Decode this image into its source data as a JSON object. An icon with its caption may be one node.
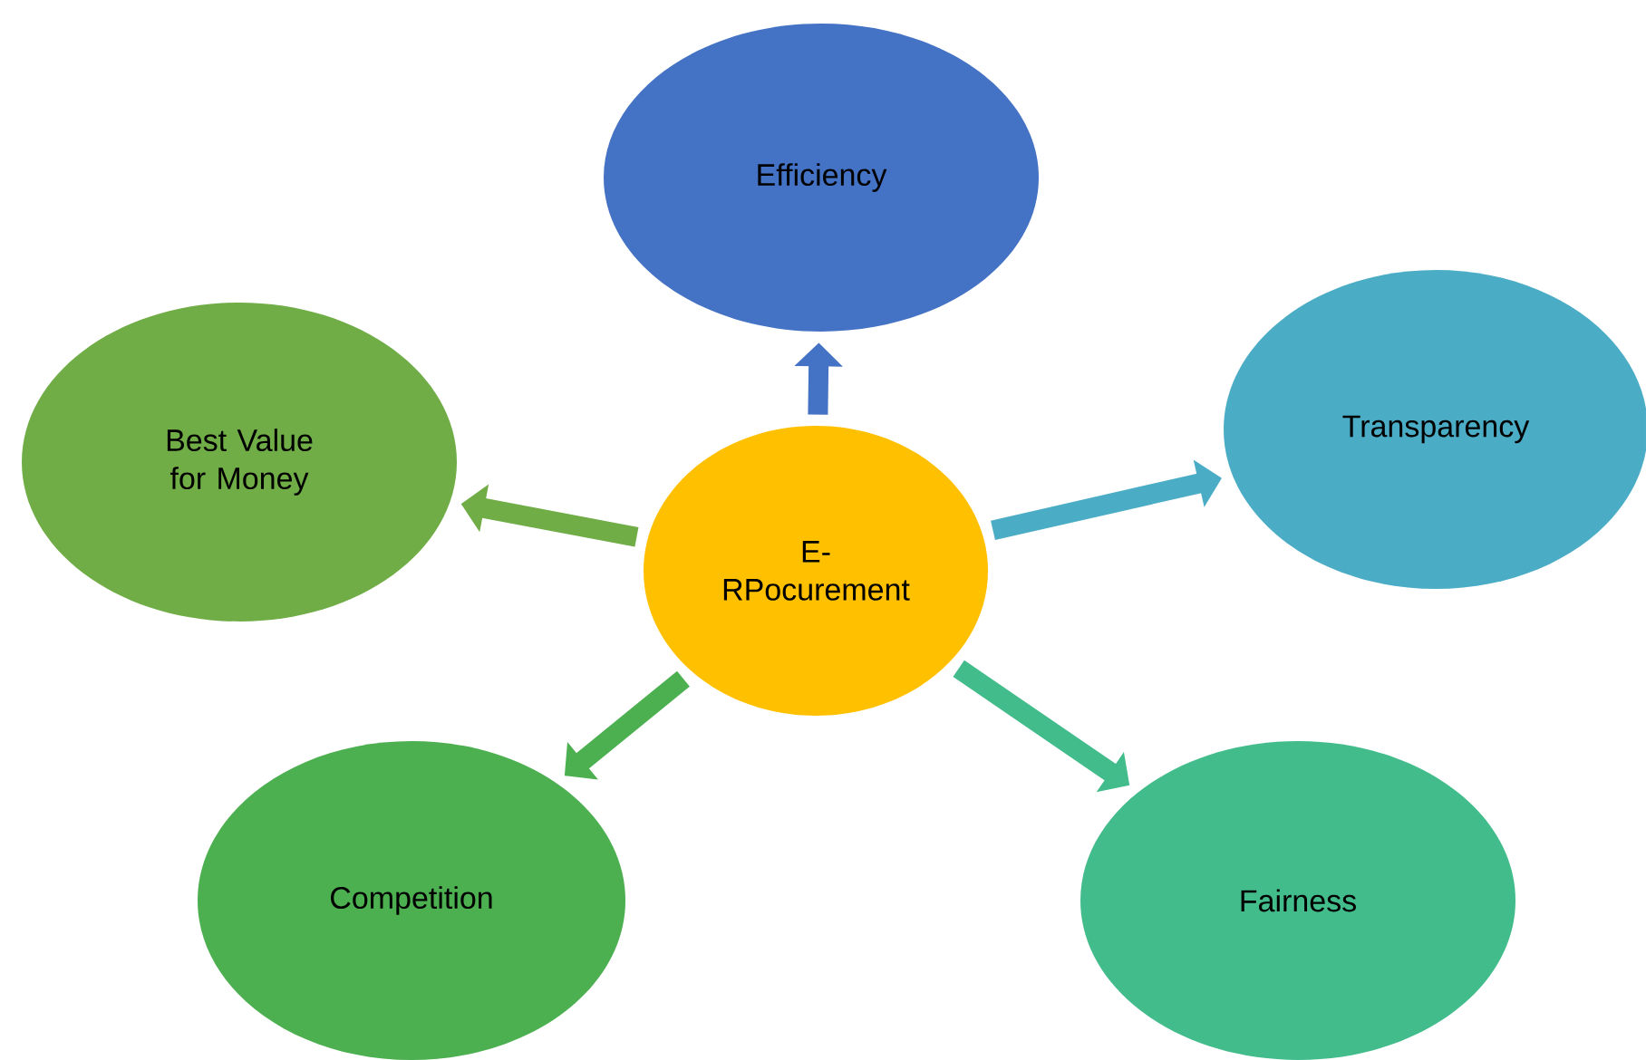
{
  "diagram": {
    "nodes": [
      {
        "text": [
          "E- RPocurement"
        ]
      },
      {
        "text": [
          "Efficiency"
        ]
      },
      {
        "text": [
          "Transparency"
        ]
      },
      {
        "text": [
          "Best Value for Money"
        ]
      },
      {
        "text": [
          "Competition"
        ]
      },
      {
        "text": [
          "Fairness"
        ]
      }
    ],
    "edges": [
      {
        "from": 0,
        "to": 1,
        "arrow": "to",
        "color": "#4472c4"
      },
      {
        "from": 0,
        "to": 2,
        "arrow": "to",
        "color": "#4bacc6"
      },
      {
        "from": 0,
        "to": 3,
        "arrow": "to",
        "color": "#70ad47"
      },
      {
        "from": 0,
        "to": 4,
        "arrow": "to",
        "color": "#4caf50"
      },
      {
        "from": 0,
        "to": 5,
        "arrow": "to",
        "color": "#43bc8c"
      }
    ]
  }
}
